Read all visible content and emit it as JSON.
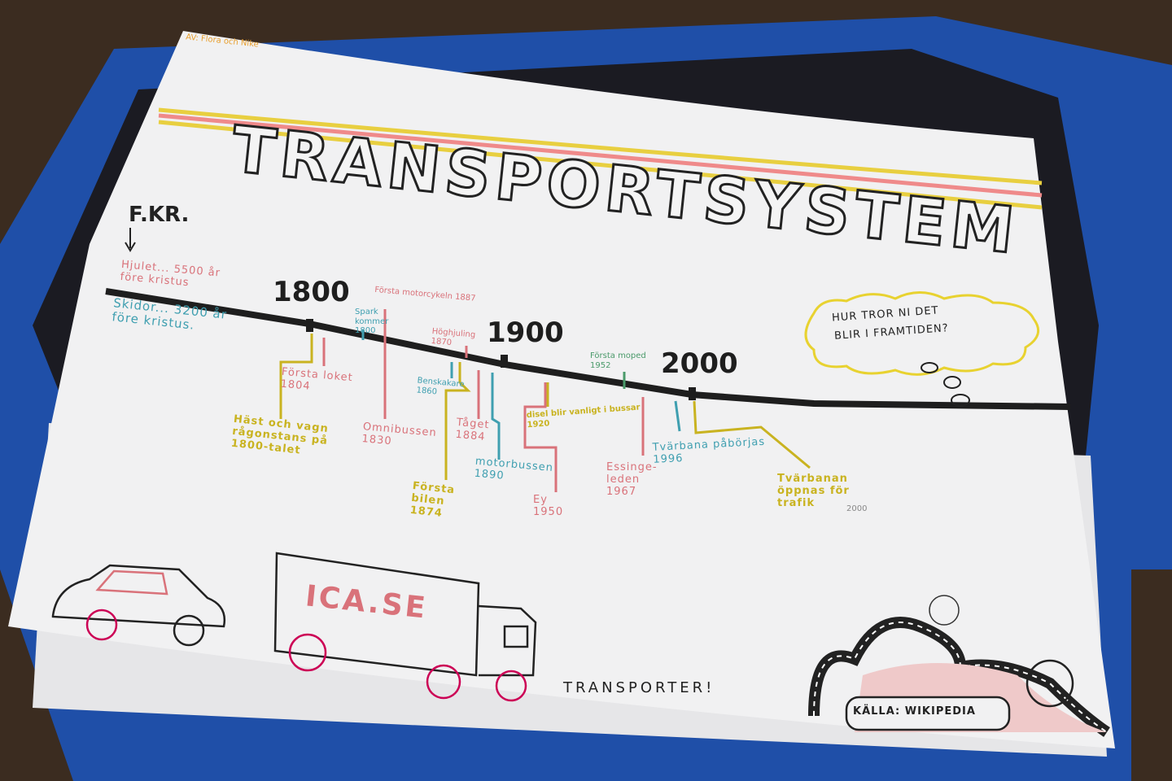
{
  "poster": {
    "author": "AV: Flora och Nike",
    "title": "TRANSPORTSYSTEM",
    "bc_label": "F.KR.",
    "ancient": [
      "Hjulet... 5500 år före kristus",
      "Skidor... 3200 år före kristus."
    ],
    "years": [
      "1800",
      "1900",
      "2000"
    ],
    "events": [
      {
        "text": "Häst och vagn rågonstans på 1800-talet",
        "color": "yellow"
      },
      {
        "text": "Första loket 1804",
        "color": "pink"
      },
      {
        "text": "Spark kommer 1800",
        "color": "blue"
      },
      {
        "text": "Omnibussen 1830",
        "color": "pink"
      },
      {
        "text": "Första motorcykeln 1887",
        "color": "pink"
      },
      {
        "text": "Höghjuling 1870",
        "color": "pink"
      },
      {
        "text": "Benskakare 1860",
        "color": "blue"
      },
      {
        "text": "Första bilen 1874",
        "color": "yellow"
      },
      {
        "text": "Tåget 1884",
        "color": "pink"
      },
      {
        "text": "motorbussen 1890",
        "color": "blue"
      },
      {
        "text": "disel blir vanligt i bussar 1920",
        "color": "yellow"
      },
      {
        "text": "Ey 1950",
        "color": "pink"
      },
      {
        "text": "Första moped 1952",
        "color": "green"
      },
      {
        "text": "Essinge-leden 1967",
        "color": "pink"
      },
      {
        "text": "Tvärbana påbörjas 1996",
        "color": "blue"
      },
      {
        "text": "Tvärbanan öppnas för trafik",
        "color": "yellow"
      }
    ],
    "event_extra_year": "2000",
    "thought_bubble": [
      "HUR TROR NI DET",
      "BLIR I FRAMTIDEN?"
    ],
    "truck_logo": "ICA.SE",
    "footer": "TRANSPORTER!",
    "source": "KÄLLA: WIKIPEDIA"
  },
  "colors": {
    "pink": "#d9727a",
    "blue": "#3f9fb0",
    "yellow": "#c9b320",
    "green": "#4a9a6a",
    "basket": "#1f4fa8"
  }
}
